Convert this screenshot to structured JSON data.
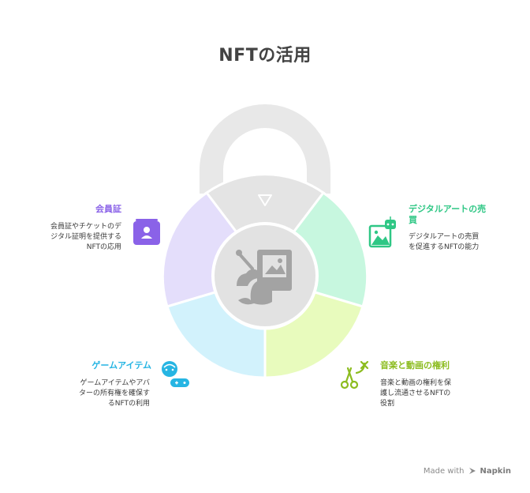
{
  "title": "NFTの活用",
  "segments": [
    {
      "id": "membership",
      "title": "会員証",
      "description_lines": [
        "会員証やチケットのデ",
        "ジタル証明を提供する",
        "NFTの応用"
      ],
      "icon": "id-card-icon",
      "color": "#8a62e8",
      "fill": "#e4defb"
    },
    {
      "id": "digital-art",
      "title_lines": [
        "デジタルアートの売",
        "買"
      ],
      "description_lines": [
        "デジタルアートの売買",
        "を促進するNFTの能力"
      ],
      "icon": "image-robot-icon",
      "color": "#2fc785",
      "fill": "#c7f7df"
    },
    {
      "id": "music-video",
      "title": "音楽と動画の権利",
      "description_lines": [
        "音楽と動画の権利を保",
        "護し流通させるNFTの",
        "役割"
      ],
      "icon": "scissors-music-icon",
      "color": "#8cbc1f",
      "fill": "#e8fbbd"
    },
    {
      "id": "game-items",
      "title": "ゲームアイテム",
      "description_lines": [
        "ゲームアイテムやアバ",
        "ターの所有権を確保す",
        "るNFTの利用"
      ],
      "icon": "gamer-controller-icon",
      "color": "#26b5e3",
      "fill": "#d2f2fc"
    }
  ],
  "watermark": {
    "prefix": "Made with",
    "brand": "Napkin"
  }
}
